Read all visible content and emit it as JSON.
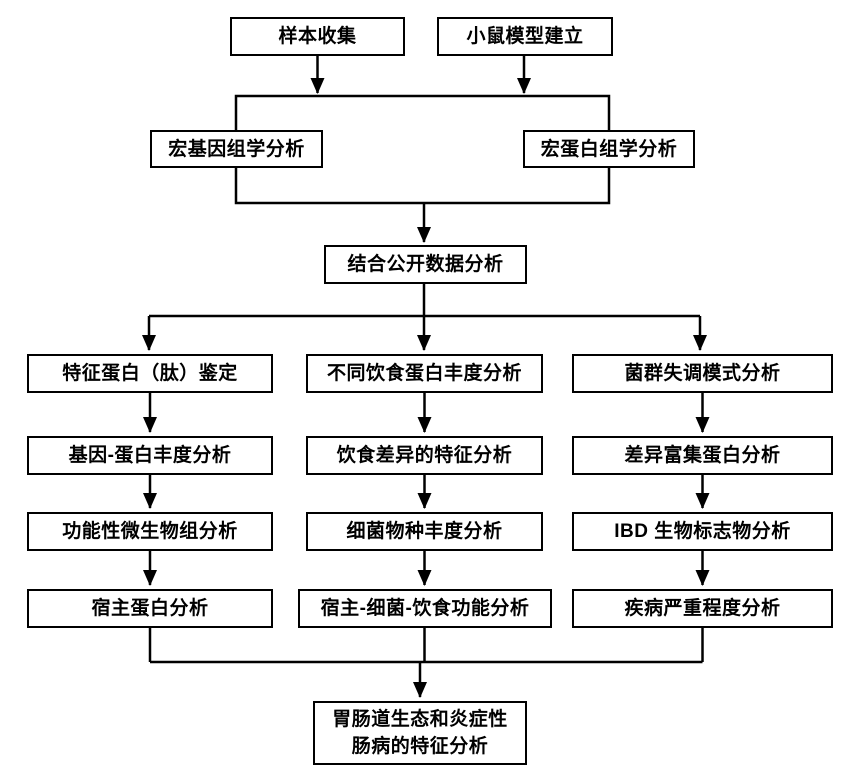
{
  "nodes": {
    "sample_collection": "样本收集",
    "mouse_model": "小鼠模型建立",
    "metagenomics": "宏基因组学分析",
    "metaproteomics": "宏蛋白组学分析",
    "combined_public_data": "结合公开数据分析",
    "left_column": [
      "特征蛋白（肽）鉴定",
      "基因-蛋白丰度分析",
      "功能性微生物组分析",
      "宿主蛋白分析"
    ],
    "middle_column": [
      "不同饮食蛋白丰度分析",
      "饮食差异的特征分析",
      "细菌物种丰度分析",
      "宿主-细菌-饮食功能分析"
    ],
    "right_column": [
      "菌群失调模式分析",
      "差异富集蛋白分析",
      "IBD 生物标志物分析",
      "疾病严重程度分析"
    ],
    "final_analysis": "胃肠道生态和炎症性\n肠病的特征分析"
  },
  "colors": {
    "line": "#000000",
    "box_border": "#000000",
    "box_fill": "#ffffff",
    "text": "#000000",
    "background": "#ffffff"
  }
}
